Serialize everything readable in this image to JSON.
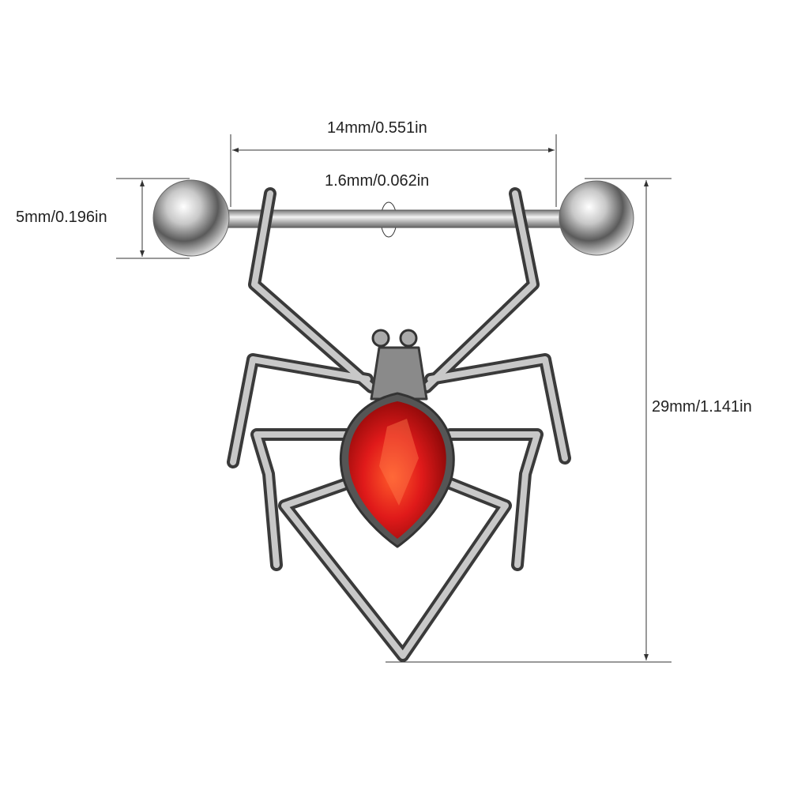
{
  "dimensions": {
    "width_label": "14mm/0.551in",
    "bar_gauge_label": "1.6mm/0.062in",
    "ball_size_label": "5mm/0.196in",
    "height_label": "29mm/1.141in"
  },
  "colors": {
    "metal": "#9a9a9a",
    "metal_dark": "#3a3a3a",
    "gem": "#d81818",
    "dimension_line": "#333333"
  }
}
